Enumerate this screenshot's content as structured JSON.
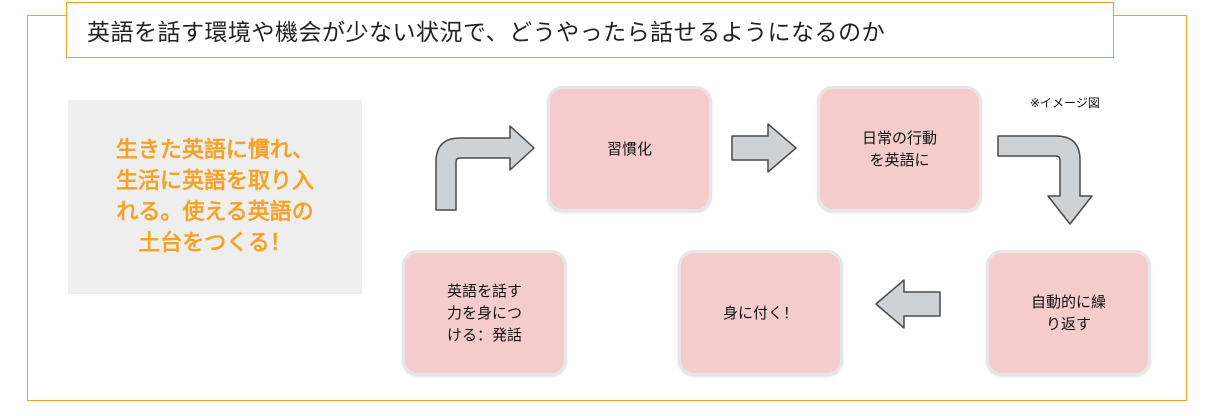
{
  "title": "英語を話す環境や機会が少ない状況で、どうやったら話せるようになるのか",
  "note": "※イメージ図",
  "callout": {
    "lines": [
      "生きた英語に慣れ、",
      "生活に英語を取り入",
      "れる。使える英語の",
      "土台をつくる！"
    ]
  },
  "steps": {
    "habit": {
      "lines": [
        "習慣化"
      ]
    },
    "daily": {
      "lines": [
        "日常の行動",
        "を英語に"
      ]
    },
    "repeat": {
      "lines": [
        "自動的に繰",
        "り返す"
      ]
    },
    "acquire": {
      "lines": [
        "身に付く！"
      ]
    },
    "speak": {
      "lines": [
        "英語を話す",
        "力を身につ",
        "ける：発話"
      ]
    }
  },
  "colors": {
    "frame": "#f0a020",
    "callout_text": "#f4a326",
    "callout_bg": "#eeeeee",
    "box_fill": "#f4cccc",
    "arrow_fill": "#cfd2d4",
    "arrow_stroke": "#4a4a4a"
  }
}
